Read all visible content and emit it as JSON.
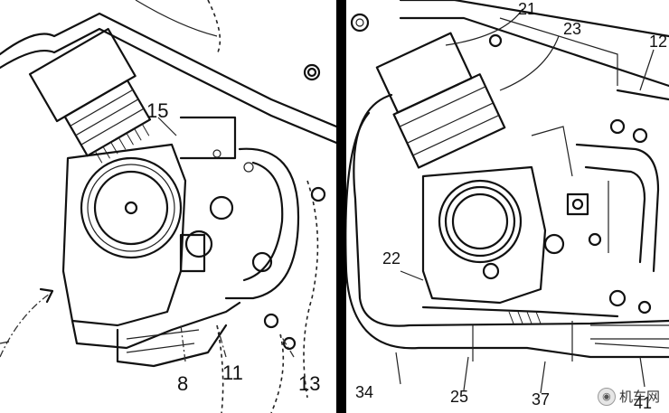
{
  "left_panel": {
    "labels": {
      "l15": "15",
      "l8": "8",
      "l11": "11",
      "l13": "13"
    }
  },
  "right_panel": {
    "labels": {
      "r21": "21",
      "r23": "23",
      "r12": "12",
      "r22": "22",
      "r34": "34",
      "r25": "25",
      "r37": "37",
      "r41": "41"
    }
  },
  "watermark": {
    "icon": "wechat-icon",
    "text": "机车网"
  }
}
